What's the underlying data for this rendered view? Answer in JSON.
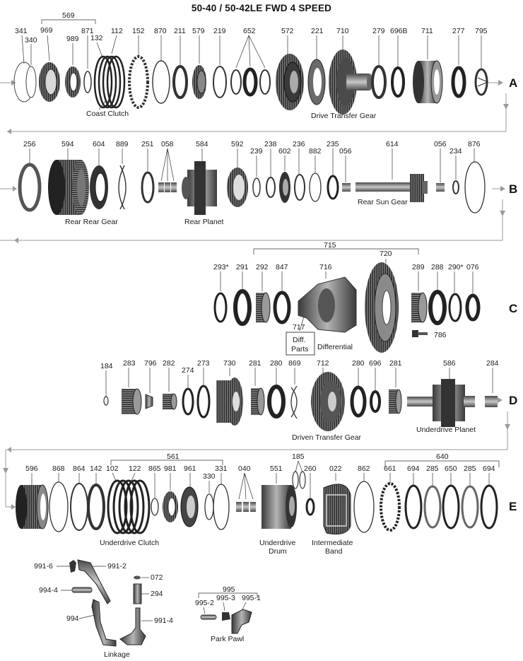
{
  "title": "50-40 / 50-42LE FWD 4 SPEED",
  "rows": [
    {
      "letter": "A",
      "parts": [
        "341",
        "340",
        "569",
        "969",
        "989",
        "871",
        "132",
        "112",
        "152",
        "870",
        "211",
        "579",
        "219",
        "652",
        "572",
        "221",
        "710",
        "279",
        "696B",
        "711",
        "277",
        "795"
      ],
      "captions": [
        "Coast Clutch",
        "Drive  Transfer Gear"
      ]
    },
    {
      "letter": "B",
      "parts": [
        "256",
        "594",
        "604",
        "889",
        "251",
        "058",
        "584",
        "592",
        "239",
        "238",
        "602",
        "236",
        "882",
        "235",
        "056",
        "614",
        "056",
        "234",
        "876"
      ],
      "captions": [
        "Rear Rear Gear",
        "Rear Planet",
        "Rear Sun Gear"
      ]
    },
    {
      "letter": "C",
      "parts": [
        "715",
        "293*",
        "291",
        "292",
        "847",
        "716",
        "720",
        "289",
        "288",
        "290*",
        "076",
        "717",
        "786"
      ],
      "captions": [
        "Diff.",
        "Parts",
        "Differential"
      ]
    },
    {
      "letter": "D",
      "parts": [
        "184",
        "283",
        "796",
        "282",
        "274",
        "273",
        "730",
        "281",
        "280",
        "869",
        "712",
        "280",
        "696",
        "281",
        "586",
        "284"
      ],
      "captions": [
        "Driven  Transfer Gear",
        "Underdrive Planet"
      ]
    },
    {
      "letter": "E",
      "parts": [
        "561",
        "185",
        "640",
        "596",
        "868",
        "864",
        "142",
        "102",
        "122",
        "865",
        "981",
        "961",
        "330",
        "331",
        "040",
        "551",
        "260",
        "022",
        "862",
        "661",
        "694",
        "285",
        "650",
        "285",
        "694"
      ],
      "captions": [
        "Underdrive Clutch",
        "Underdrive",
        "Drum",
        "Intermediate",
        "Band"
      ]
    }
  ],
  "linkage": {
    "parts": [
      "991-6",
      "991-2",
      "994-4",
      "994",
      "072",
      "294",
      "991-4"
    ],
    "caption": "Linkage"
  },
  "park_pawl": {
    "parts": [
      "995",
      "995-2",
      "995-3",
      "995-1"
    ],
    "caption": "Park Pawl"
  }
}
